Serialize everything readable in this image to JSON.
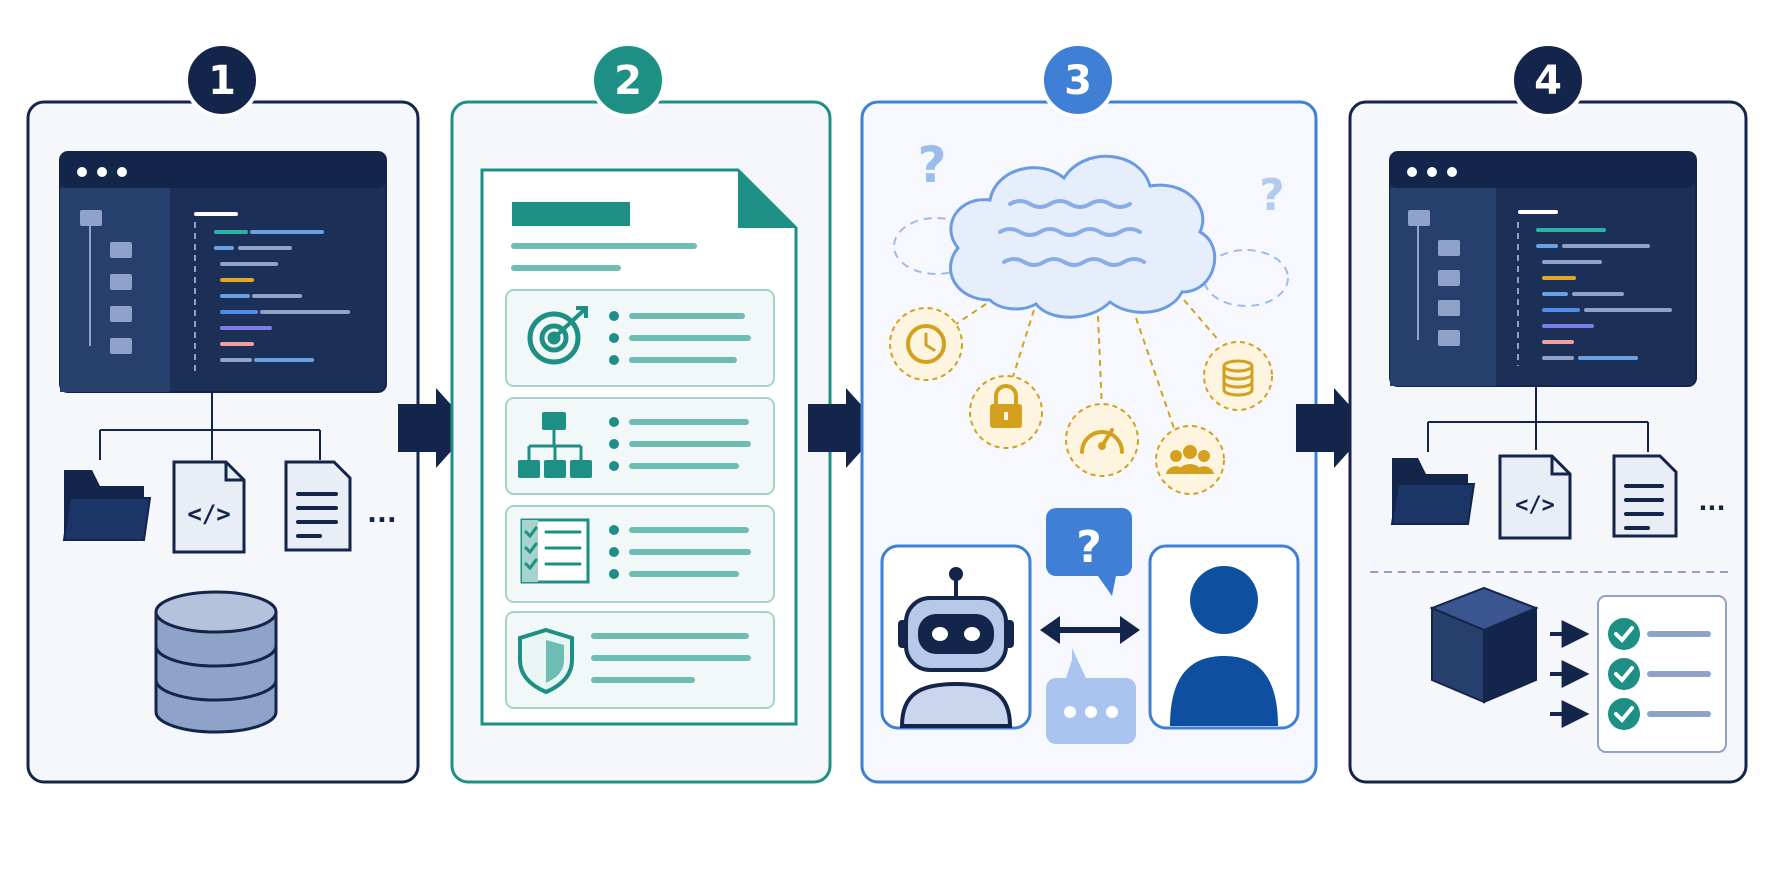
{
  "steps": [
    {
      "number": "1"
    },
    {
      "number": "2"
    },
    {
      "number": "3"
    },
    {
      "number": "4"
    }
  ],
  "glyphs": {
    "ellipsis": "...",
    "question_mark": "?"
  },
  "colors": {
    "navy": "#13254a",
    "teal": "#1d8f85",
    "teal_light": "#6dbdb4",
    "blue": "#3f7fd6",
    "blue_dark": "#0f4f9f",
    "gold": "#d4a11e",
    "panel_fill": "#f6f7fa"
  },
  "icons": {
    "step1": [
      "code-editor-window-icon",
      "folder-icon",
      "code-file-icon",
      "text-document-icon",
      "database-icon"
    ],
    "step2": [
      "requirements-document-icon",
      "target-icon",
      "hierarchy-icon",
      "checklist-icon",
      "shield-icon"
    ],
    "step3": [
      "cloud-icon",
      "clock-icon",
      "lock-icon",
      "speedometer-icon",
      "users-icon",
      "database-coins-icon",
      "robot-icon",
      "person-icon",
      "question-bubble-icon",
      "typing-bubble-icon",
      "bidirectional-arrow-icon"
    ],
    "step4": [
      "code-editor-window-icon",
      "folder-icon",
      "code-file-icon",
      "text-document-icon",
      "cube-icon",
      "check-item-icon"
    ]
  }
}
